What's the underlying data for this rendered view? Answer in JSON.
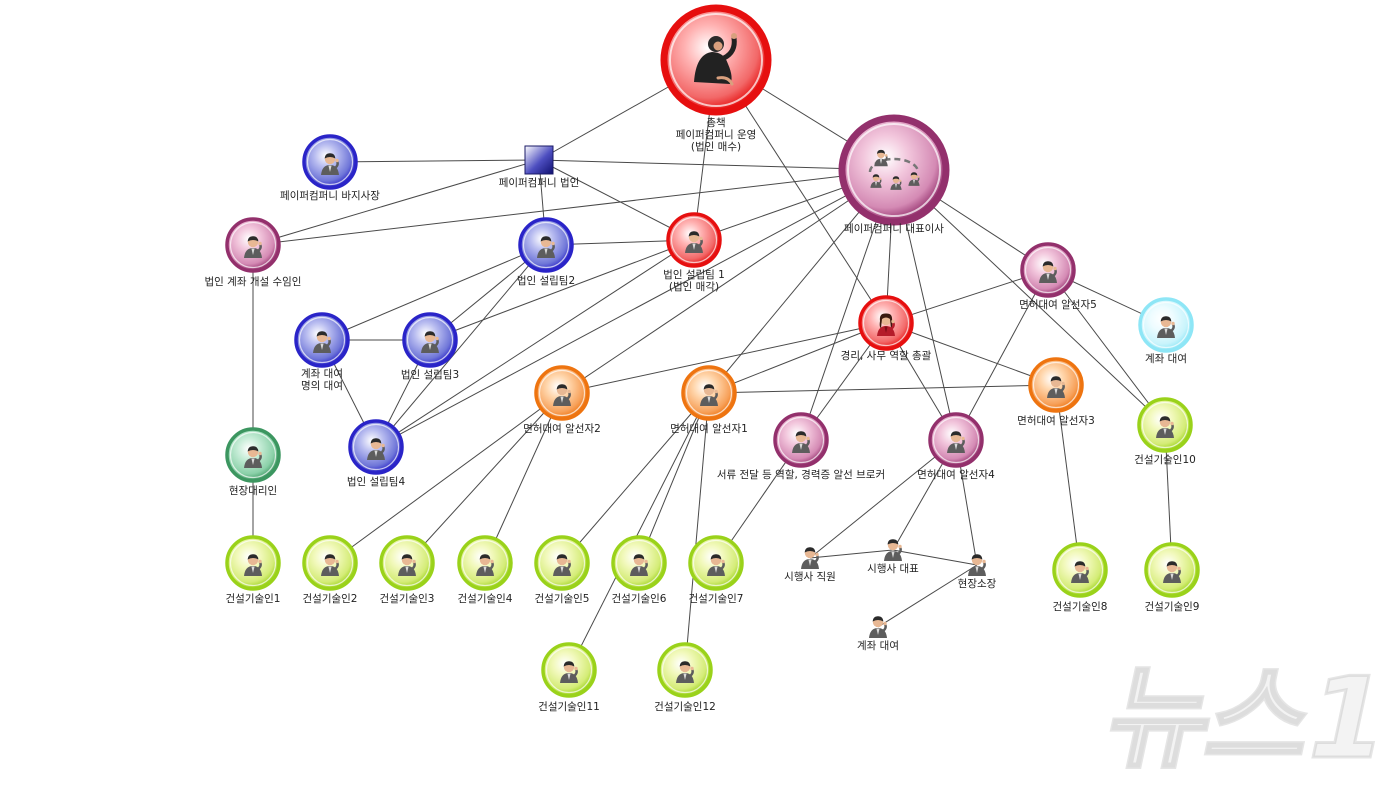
{
  "colors": {
    "red": [
      "#ffffff",
      "#ffb3b3",
      "#f26868",
      "#e60f0f"
    ],
    "blue": [
      "#ffffff",
      "#b8bcf0",
      "#6f76d8",
      "#2a24c8"
    ],
    "magenta": [
      "#ffffff",
      "#f2c6dc",
      "#d48ab4",
      "#93306c"
    ],
    "orange": [
      "#ffffff",
      "#ffd6ac",
      "#f7a15a",
      "#ee7410"
    ],
    "lime": [
      "#ffffff",
      "#f2f9bd",
      "#d4ec77",
      "#9ad21a"
    ],
    "teal": [
      "#ffffff",
      "#c5ecd6",
      "#8ad0a8",
      "#3c9660"
    ],
    "cyan": [
      "#ffffff",
      "#eefcff",
      "#c8f4fc",
      "#8ee6f6"
    ],
    "line": "#4a4a4a"
  },
  "nodes": [
    {
      "id": "chong",
      "label": [
        "총책",
        "페이퍼컴퍼니 운영",
        "(법인 매수)"
      ],
      "style": "red",
      "icon": "puppet-master-icon"
    },
    {
      "id": "ceo",
      "label": [
        "페이퍼컴퍼니 대표이사"
      ],
      "style": "magenta",
      "icon": "group-icon"
    },
    {
      "id": "corp",
      "label": [
        "페이퍼컴퍼니 법인"
      ],
      "style": "square",
      "icon": "square-node-icon"
    },
    {
      "id": "baji",
      "label": [
        "페이퍼컴퍼니 바지사장"
      ],
      "style": "blue",
      "icon": "person-icon"
    },
    {
      "id": "acct",
      "label": [
        "법인 계좌 개설 수임인"
      ],
      "style": "magenta",
      "icon": "person-icon"
    },
    {
      "id": "team2",
      "label": [
        "법인 설립팀2"
      ],
      "style": "blue",
      "icon": "person-icon"
    },
    {
      "id": "team1",
      "label": [
        "법인 설립팀 1",
        "(법인 매각)"
      ],
      "style": "red",
      "icon": "person-icon"
    },
    {
      "id": "gyeongri",
      "label": [
        "경리, 사무 역할 총괄"
      ],
      "style": "red",
      "icon": "woman-icon"
    },
    {
      "id": "rent1",
      "label": [
        "계좌 대여",
        "명의 대여"
      ],
      "style": "blue",
      "icon": "person-icon"
    },
    {
      "id": "team3",
      "label": [
        "법인 설립팀3"
      ],
      "style": "blue",
      "icon": "person-icon"
    },
    {
      "id": "team4",
      "label": [
        "법인 설립팀4"
      ],
      "style": "blue",
      "icon": "person-icon"
    },
    {
      "id": "site_agent",
      "label": [
        "현장대리인"
      ],
      "style": "teal",
      "icon": "person-icon"
    },
    {
      "id": "b5",
      "label": [
        "면허대여 알선자5"
      ],
      "style": "magenta",
      "icon": "person-icon"
    },
    {
      "id": "rent2",
      "label": [
        "계좌 대여"
      ],
      "style": "cyan",
      "icon": "person-icon"
    },
    {
      "id": "b2",
      "label": [
        "면허대여 알선자2"
      ],
      "style": "orange",
      "icon": "person-icon"
    },
    {
      "id": "b1",
      "label": [
        "면허대여 알선자1"
      ],
      "style": "orange",
      "icon": "person-icon"
    },
    {
      "id": "broker",
      "label": [
        "서류 전달 등 역할, 경력증 알선 브로커"
      ],
      "style": "magenta",
      "icon": "person-icon"
    },
    {
      "id": "b4",
      "label": [
        "면허대여 알선자4"
      ],
      "style": "magenta",
      "icon": "person-icon"
    },
    {
      "id": "b3",
      "label": [
        "면허대여 알선자3"
      ],
      "style": "orange",
      "icon": "person-icon"
    },
    {
      "id": "t10",
      "label": [
        "건설기술인10"
      ],
      "style": "lime",
      "icon": "person-icon"
    },
    {
      "id": "t1",
      "label": [
        "건설기술인1"
      ],
      "style": "lime",
      "icon": "person-icon"
    },
    {
      "id": "t2",
      "label": [
        "건설기술인2"
      ],
      "style": "lime",
      "icon": "person-icon"
    },
    {
      "id": "t3",
      "label": [
        "건설기술인3"
      ],
      "style": "lime",
      "icon": "person-icon"
    },
    {
      "id": "t4",
      "label": [
        "건설기술인4"
      ],
      "style": "lime",
      "icon": "person-icon"
    },
    {
      "id": "t5",
      "label": [
        "건설기술인5"
      ],
      "style": "lime",
      "icon": "person-icon"
    },
    {
      "id": "t6",
      "label": [
        "건설기술인6"
      ],
      "style": "lime",
      "icon": "person-icon"
    },
    {
      "id": "t7",
      "label": [
        "건설기술인7"
      ],
      "style": "lime",
      "icon": "person-icon"
    },
    {
      "id": "t8",
      "label": [
        "건설기술인8"
      ],
      "style": "lime",
      "icon": "person-icon"
    },
    {
      "id": "t9",
      "label": [
        "건설기술인9"
      ],
      "style": "lime",
      "icon": "person-icon"
    },
    {
      "id": "t11",
      "label": [
        "건설기술인11"
      ],
      "style": "lime",
      "icon": "person-icon"
    },
    {
      "id": "t12",
      "label": [
        "건설기술인12"
      ],
      "style": "lime",
      "icon": "person-icon"
    },
    {
      "id": "staff",
      "label": [
        "시행사 직원"
      ],
      "style": "plain",
      "icon": "person-icon"
    },
    {
      "id": "rep",
      "label": [
        "시행사 대표"
      ],
      "style": "plain",
      "icon": "person-icon"
    },
    {
      "id": "sitechief",
      "label": [
        "현장소장"
      ],
      "style": "plain",
      "icon": "person-icon"
    },
    {
      "id": "rent3",
      "label": [
        "계좌 대여"
      ],
      "style": "plain",
      "icon": "person-icon"
    }
  ],
  "edges": [
    [
      "chong",
      "corp"
    ],
    [
      "chong",
      "ceo"
    ],
    [
      "chong",
      "gyeongri"
    ],
    [
      "baji",
      "corp"
    ],
    [
      "corp",
      "ceo"
    ],
    [
      "corp",
      "acct"
    ],
    [
      "corp",
      "team2"
    ],
    [
      "corp",
      "team1"
    ],
    [
      "corp",
      "team1"
    ],
    [
      "team1",
      "chong"
    ],
    [
      "ceo",
      "acct"
    ],
    [
      "ceo",
      "team1"
    ],
    [
      "ceo",
      "team4"
    ],
    [
      "ceo",
      "gyeongri"
    ],
    [
      "ceo",
      "b5"
    ],
    [
      "ceo",
      "b2"
    ],
    [
      "ceo",
      "b1"
    ],
    [
      "ceo",
      "broker"
    ],
    [
      "ceo",
      "b4"
    ],
    [
      "ceo",
      "t10"
    ],
    [
      "team2",
      "team1"
    ],
    [
      "team2",
      "rent1"
    ],
    [
      "team2",
      "team3"
    ],
    [
      "team2",
      "team4"
    ],
    [
      "team1",
      "team3"
    ],
    [
      "team1",
      "team4"
    ],
    [
      "rent1",
      "team3"
    ],
    [
      "rent1",
      "team4"
    ],
    [
      "team3",
      "team4"
    ],
    [
      "acct",
      "site_agent"
    ],
    [
      "site_agent",
      "t1"
    ],
    [
      "b5",
      "gyeongri"
    ],
    [
      "b5",
      "rent2"
    ],
    [
      "b5",
      "b4"
    ],
    [
      "b5",
      "t10"
    ],
    [
      "gyeongri",
      "b2"
    ],
    [
      "gyeongri",
      "b1"
    ],
    [
      "gyeongri",
      "broker"
    ],
    [
      "gyeongri",
      "b4"
    ],
    [
      "gyeongri",
      "b3"
    ],
    [
      "b1",
      "b3"
    ],
    [
      "b2",
      "t2"
    ],
    [
      "b2",
      "t3"
    ],
    [
      "b2",
      "t4"
    ],
    [
      "b1",
      "t5"
    ],
    [
      "b1",
      "t6"
    ],
    [
      "b1",
      "t11"
    ],
    [
      "b1",
      "t12"
    ],
    [
      "broker",
      "t7"
    ],
    [
      "b4",
      "staff"
    ],
    [
      "b4",
      "rep"
    ],
    [
      "b4",
      "sitechief"
    ],
    [
      "staff",
      "rep"
    ],
    [
      "rep",
      "sitechief"
    ],
    [
      "sitechief",
      "rent3"
    ],
    [
      "b3",
      "t8"
    ],
    [
      "t10",
      "t9"
    ]
  ],
  "watermark": "뉴스1"
}
